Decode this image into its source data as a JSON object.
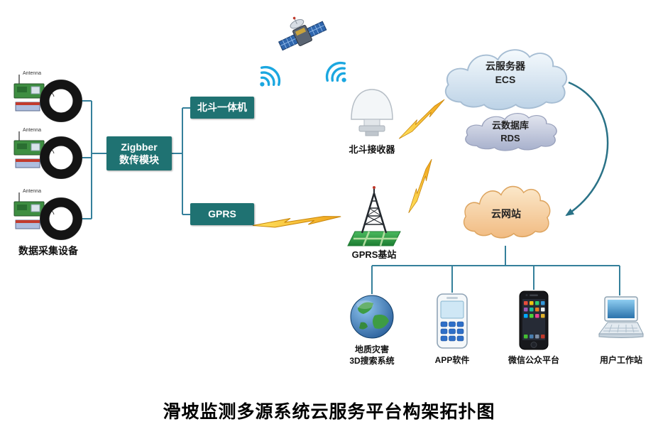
{
  "title": "滑坡监测多源系统云服务平台构架拓扑图",
  "labels": {
    "antenna": "Antenna"
  },
  "colors": {
    "node_box": "#1f7272",
    "connector_line": "#35809b",
    "lightning": "#f2b21d",
    "wifi_signal": "#1ba7e0",
    "cloud_server_fill": "#d9e7f4",
    "cloud_database_fill": "#b9c1d8",
    "cloud_website_fill": "#f6cf9d"
  },
  "nodes": {
    "data_collection": {
      "label": "数据采集设备"
    },
    "zigbee": {
      "line1": "Zigbber",
      "line2": "数传模块"
    },
    "beidou_unit": {
      "label": "北斗一体机"
    },
    "gprs": {
      "label": "GPRS"
    },
    "beidou_receiver": {
      "label": "北斗接收器"
    },
    "ecs_cloud": {
      "line1": "云服务器",
      "line2": "ECS"
    },
    "rds_cloud": {
      "line1": "云数据库",
      "line2": "RDS"
    },
    "cloud_website": {
      "label": "云网站"
    },
    "gprs_station": {
      "label": "GPRS基站"
    },
    "search_3d": {
      "line1": "地质灾害",
      "line2": "3D搜索系统"
    },
    "app": {
      "label": "APP软件"
    },
    "wechat": {
      "label": "微信公众平台"
    },
    "workstation": {
      "label": "用户工作站"
    }
  }
}
